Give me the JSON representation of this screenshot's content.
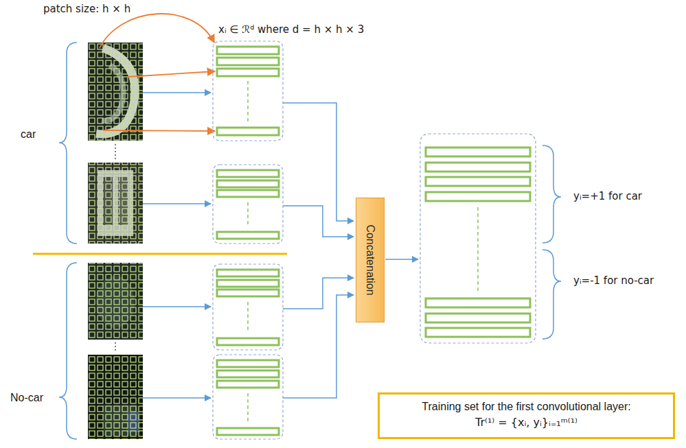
{
  "diagram": {
    "nodes": [
      {
        "text": [
          "Concatenation"
        ]
      },
      {
        "text": [
          "Training set for the first convolutional layer:",
          "Tr⁽¹⁾ = {xᵢ, yᵢ}ᵢ₌₁ᵐ⁽¹⁾"
        ]
      }
    ],
    "labels": [
      "patch size: h × h",
      "xᵢ ∈ ℛᵈ where d = h × h × 3",
      "car",
      "yᵢ=+1 for car",
      "No-car",
      "yᵢ=-1 for no-car"
    ]
  }
}
